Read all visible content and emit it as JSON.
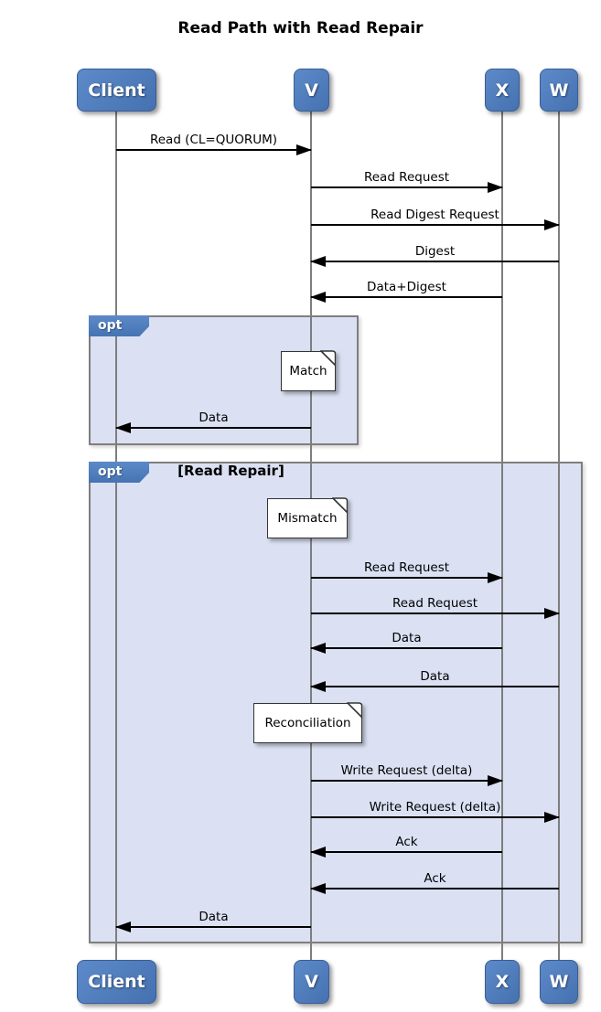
{
  "title": "Read Path with Read Repair",
  "actors": [
    {
      "name": "Client"
    },
    {
      "name": "V"
    },
    {
      "name": "X"
    },
    {
      "name": "W"
    }
  ],
  "messages": [
    {
      "from": "Client",
      "to": "V",
      "label": "Read (CL=QUORUM)"
    },
    {
      "from": "V",
      "to": "X",
      "label": "Read Request"
    },
    {
      "from": "V",
      "to": "W",
      "label": "Read Digest Request"
    },
    {
      "from": "W",
      "to": "V",
      "label": "Digest"
    },
    {
      "from": "X",
      "to": "V",
      "label": "Data+Digest"
    },
    {
      "from": "V",
      "to": "Client",
      "label": "Data"
    },
    {
      "from": "V",
      "to": "X",
      "label": "Read Request"
    },
    {
      "from": "V",
      "to": "W",
      "label": "Read Request"
    },
    {
      "from": "X",
      "to": "V",
      "label": "Data"
    },
    {
      "from": "W",
      "to": "V",
      "label": "Data"
    },
    {
      "from": "V",
      "to": "X",
      "label": "Write Request (delta)"
    },
    {
      "from": "V",
      "to": "W",
      "label": "Write Request (delta)"
    },
    {
      "from": "X",
      "to": "V",
      "label": "Ack"
    },
    {
      "from": "W",
      "to": "V",
      "label": "Ack"
    },
    {
      "from": "V",
      "to": "Client",
      "label": "Data"
    }
  ],
  "fragments": [
    {
      "operator": "opt",
      "guard": ""
    },
    {
      "operator": "opt",
      "guard": "[Read Repair]"
    }
  ],
  "notes": [
    {
      "text": "Match",
      "on": "V"
    },
    {
      "text": "Mismatch",
      "on": "V"
    },
    {
      "text": "Reconciliation",
      "on": "V"
    }
  ],
  "colors": {
    "actor_fill_light": "#5d8ac9",
    "actor_fill_dark": "#4571b0",
    "actor_border": "#3a5e96",
    "operator_fill": "#4674b3",
    "fragment_fill": "#dbe1f3",
    "fragment_border": "#7f7f7f",
    "lifeline": "#7e7e7e",
    "arrow": "#000000",
    "note_fill": "#ffffff",
    "note_border": "#333333",
    "text": "#000000"
  }
}
